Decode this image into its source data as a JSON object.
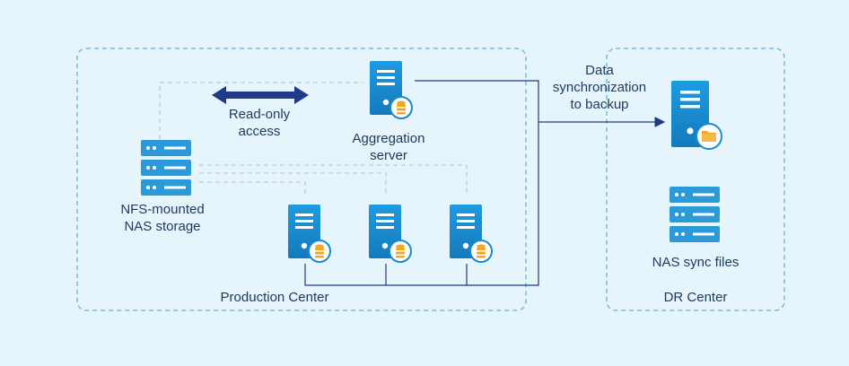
{
  "diagram": {
    "regions": {
      "production": "Production Center",
      "dr": "DR Center"
    },
    "nodes": {
      "nas_storage": [
        "NFS-mounted",
        "NAS storage"
      ],
      "aggregation_server": [
        "Aggregation",
        "server"
      ],
      "nas_sync": "NAS sync files"
    },
    "edges": {
      "read_only": [
        "Read-only",
        "access"
      ],
      "sync": [
        "Data",
        "synchronization",
        "to backup"
      ]
    }
  },
  "colors": {
    "background": "#e6f4fb",
    "region_border": "#5bb6d9",
    "server_primary": "#1a8ccd",
    "stack_primary": "#2b9ad9",
    "badge_db": "#f5a623",
    "badge_folder": "#f4a62a",
    "arrow": "#1f3a86",
    "dashed": "#bfcad6",
    "text": "#1c3a5e"
  },
  "icons": [
    "server-database-icon",
    "server-folder-icon",
    "storage-stack-icon",
    "double-arrow-icon"
  ]
}
